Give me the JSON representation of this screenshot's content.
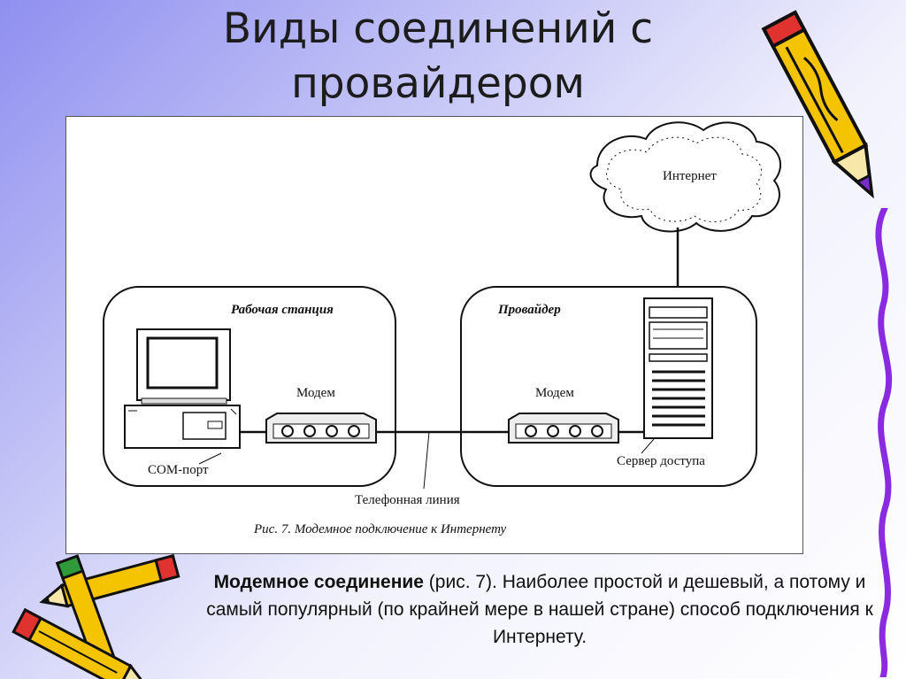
{
  "slide": {
    "title_line1": "Виды соединений с",
    "title_line2": "провайдером"
  },
  "diagram": {
    "internet_label": "Интернет",
    "workstation_label": "Рабочая станция",
    "provider_label": "Провайдер",
    "modem_left_label": "Модем",
    "modem_right_label": "Модем",
    "com_port_label": "COM-порт",
    "access_server_label": "Сервер доступа",
    "phone_line_label": "Телефонная линия",
    "caption": "Рис. 7. Модемное подключение к Интернету"
  },
  "description": {
    "bold_term": "Модемное соединение",
    "text": " (рис. 7). Наиболее простой и дешевый, а потому и самый популярный (по крайней мере в нашей стране) способ подключения к Интернету."
  },
  "colors": {
    "pencil_body": "#f5c400",
    "pencil_outline": "#111111",
    "pencil_eraser": "#e0332f",
    "pencil_tip": "#7a2cc8",
    "squiggle": "#8a2be2"
  },
  "icons": [
    "pencil-icon",
    "pencils-cluster-icon",
    "purple-squiggle",
    "cloud-icon",
    "computer-icon",
    "modem-icon",
    "server-icon"
  ]
}
